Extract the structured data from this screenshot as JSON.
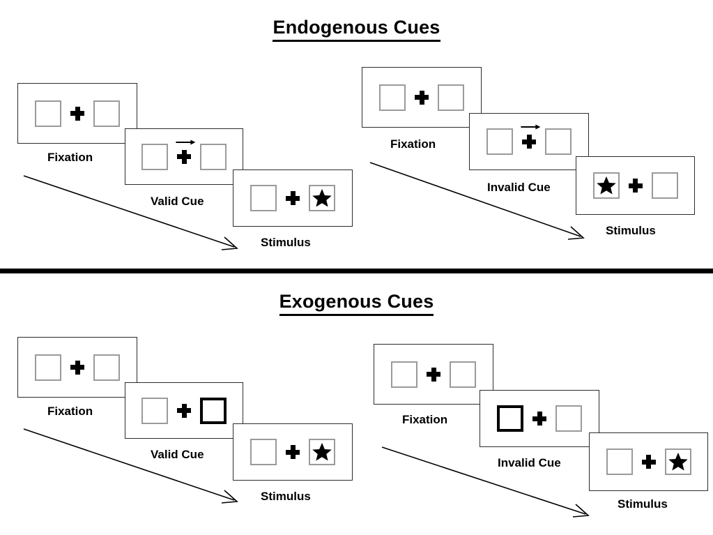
{
  "figure": {
    "sections": [
      {
        "id": "endogenous",
        "title": "Endogenous Cues",
        "sequences": [
          {
            "id": "endogenous-valid",
            "frames": [
              {
                "caption": "Fixation",
                "cue_type": "none",
                "left_box": "empty",
                "right_box": "empty",
                "arrow": "none"
              },
              {
                "caption": "Valid Cue",
                "cue_type": "central-arrow",
                "left_box": "empty",
                "right_box": "empty",
                "arrow": "right"
              },
              {
                "caption": "Stimulus",
                "cue_type": "none",
                "left_box": "empty",
                "right_box": "star",
                "arrow": "none"
              }
            ]
          },
          {
            "id": "endogenous-invalid",
            "frames": [
              {
                "caption": "Fixation",
                "cue_type": "none",
                "left_box": "empty",
                "right_box": "empty",
                "arrow": "none"
              },
              {
                "caption": "Invalid Cue",
                "cue_type": "central-arrow",
                "left_box": "empty",
                "right_box": "empty",
                "arrow": "right"
              },
              {
                "caption": "Stimulus",
                "cue_type": "none",
                "left_box": "star",
                "right_box": "empty",
                "arrow": "none"
              }
            ]
          }
        ]
      },
      {
        "id": "exogenous",
        "title": "Exogenous Cues",
        "sequences": [
          {
            "id": "exogenous-valid",
            "frames": [
              {
                "caption": "Fixation",
                "cue_type": "none",
                "left_box": "empty",
                "right_box": "empty",
                "arrow": "none"
              },
              {
                "caption": "Valid Cue",
                "cue_type": "peripheral-flash-right",
                "left_box": "empty",
                "right_box": "cued",
                "arrow": "none"
              },
              {
                "caption": "Stimulus",
                "cue_type": "none",
                "left_box": "empty",
                "right_box": "star",
                "arrow": "none"
              }
            ]
          },
          {
            "id": "exogenous-invalid",
            "frames": [
              {
                "caption": "Fixation",
                "cue_type": "none",
                "left_box": "empty",
                "right_box": "empty",
                "arrow": "none"
              },
              {
                "caption": "Invalid Cue",
                "cue_type": "peripheral-flash-left",
                "left_box": "cued",
                "right_box": "empty",
                "arrow": "none"
              },
              {
                "caption": "Stimulus",
                "cue_type": "none",
                "left_box": "empty",
                "right_box": "star",
                "arrow": "none"
              }
            ]
          }
        ]
      }
    ],
    "time_arrows": [
      {
        "id": "time-arrow-endogenous-valid",
        "direction": "down-right"
      },
      {
        "id": "time-arrow-endogenous-invalid",
        "direction": "down-right"
      },
      {
        "id": "time-arrow-exogenous-valid",
        "direction": "down-right"
      },
      {
        "id": "time-arrow-exogenous-invalid",
        "direction": "down-right"
      }
    ],
    "colors": {
      "background": "#ffffff",
      "ink": "#000000",
      "panel_border": "#2b2b2b",
      "box_border": "#9a9a9a",
      "cued_box_border": "#000000",
      "divider": "#000000"
    }
  }
}
